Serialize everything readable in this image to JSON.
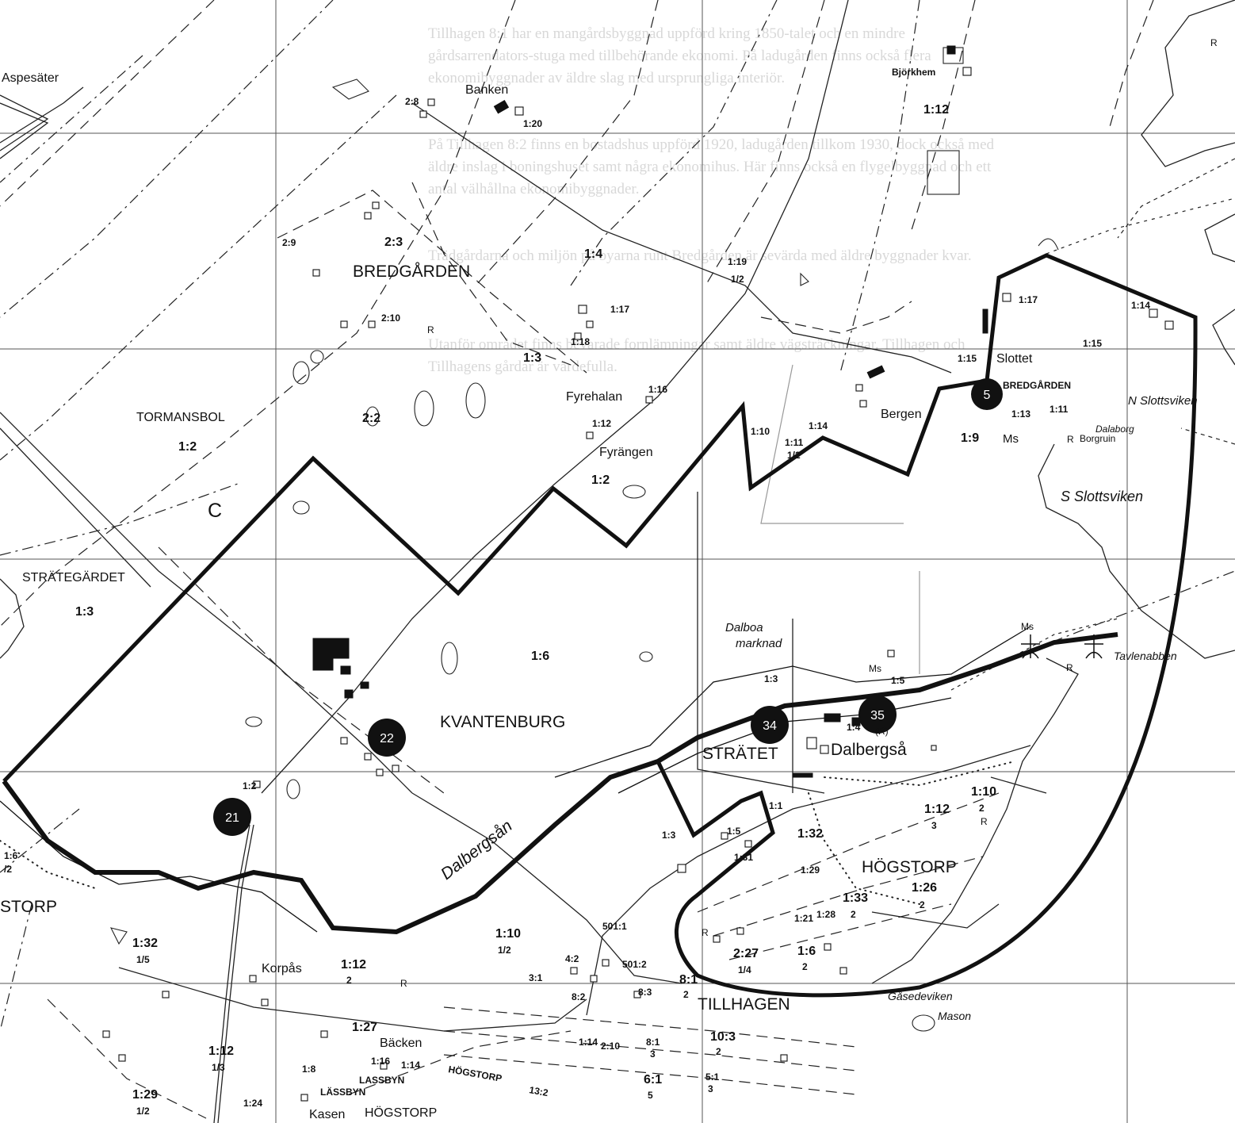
{
  "map": {
    "faint_text_lines": [
      "Tillhagen 8:1 har en mangårdsbyggnad uppförd kring 1850-talet och en mindre",
      "gårdsarrendators-stuga med tillbehörande ekonomi. På ladugården finns också flera",
      "ekonomibyggnader av äldre slag med ursprungliga interiör.",
      "På Tillhagen 8:2 finns en bostadshus uppförd 1920, ladugården tillkom 1930, dock också med",
      "äldre inslag i boningshuset samt några ekonomihus. Här finns också en flygelbyggnad och ett",
      "antal välhållna ekonomibyggnader.",
      "Trädgårdarna och miljön på byarna runt Bredgården är sevärda med äldre byggnader kvar.",
      "Utanför området finns bevarade fornlämningar samt äldre vägsträckningar. Tillhagen och",
      "Tillhagens gårdar är värdefulla."
    ],
    "settlement_labels": [
      "BREDGÅRDEN",
      "TORMANSBOL",
      "STRÄTEGÄRDET",
      "KVANTENBURG",
      "STRÄTET",
      "HÖGSTORP",
      "TILLHAGEN",
      "STORP",
      "HÖGSTORP",
      "LASSBYN",
      "LÄSSBYN",
      "HÖGSTORP"
    ],
    "place_labels": [
      "Aspesäter",
      "Banken",
      "Björkhem",
      "Slottet",
      "Bergen",
      "Fyrehalan",
      "Fyrängen",
      "Dalbergså",
      "Korpås",
      "Bäcken",
      "Kasen",
      "BREDGÅRDEN",
      "Dalaborg",
      "Borgruin"
    ],
    "water_labels": [
      "N Slottsviken",
      "S Slottsviken",
      "Dalbergsån",
      "Dalboa marknad",
      "Tavlenabben",
      "Gåsedeviken",
      "Mason"
    ],
    "area_letter": "C",
    "markers": [
      {
        "num": "5"
      },
      {
        "num": "21"
      },
      {
        "num": "22"
      },
      {
        "num": "34"
      },
      {
        "num": "35"
      }
    ],
    "map_symbols": [
      "Ms",
      "Ms",
      "Ms",
      "R",
      "R",
      "R",
      "R",
      "R",
      "R",
      "R",
      "(R)"
    ],
    "parcels": [
      "2:8",
      "1:20",
      "1:12",
      "2:3",
      "2:9",
      "1:4",
      "1:19",
      "1/2",
      "2:10",
      "1:17",
      "1:18",
      "1:3",
      "1:16",
      "1:12",
      "2:2",
      "1:2",
      "1:2",
      "1:10",
      "1:11",
      "1/2",
      "1:14",
      "1:15",
      "1:15",
      "1:14",
      "1:13",
      "1:11",
      "1:9",
      "1:17",
      "1:3",
      "1:6",
      "1:3",
      "1:5",
      "1:4",
      "1:2",
      "1:1",
      "1:5",
      "1:31",
      "1:3",
      "1:32",
      "1:29",
      "1:21",
      "1:28",
      "1:33",
      "2",
      "1:26",
      "2",
      "1:12",
      "3",
      "1:10",
      "2",
      "2:27",
      "1/4",
      "1:6",
      "2",
      "501:1",
      "501:2",
      "1:10",
      "1/2",
      "8:1",
      "2",
      "8:2",
      "8:3",
      "3:1",
      "4:2",
      "1:12",
      "2",
      "1:32",
      "1/5",
      "1:27",
      "1:12",
      "1/3",
      "1:29",
      "1/2",
      "1:16",
      "1:14",
      "1:14",
      "2:10",
      "8:1",
      "3",
      "6:1",
      "5",
      "10:3",
      "2",
      "5:1",
      "3",
      "1:8",
      "1:24",
      "1:6",
      "/2",
      "13:2"
    ]
  }
}
